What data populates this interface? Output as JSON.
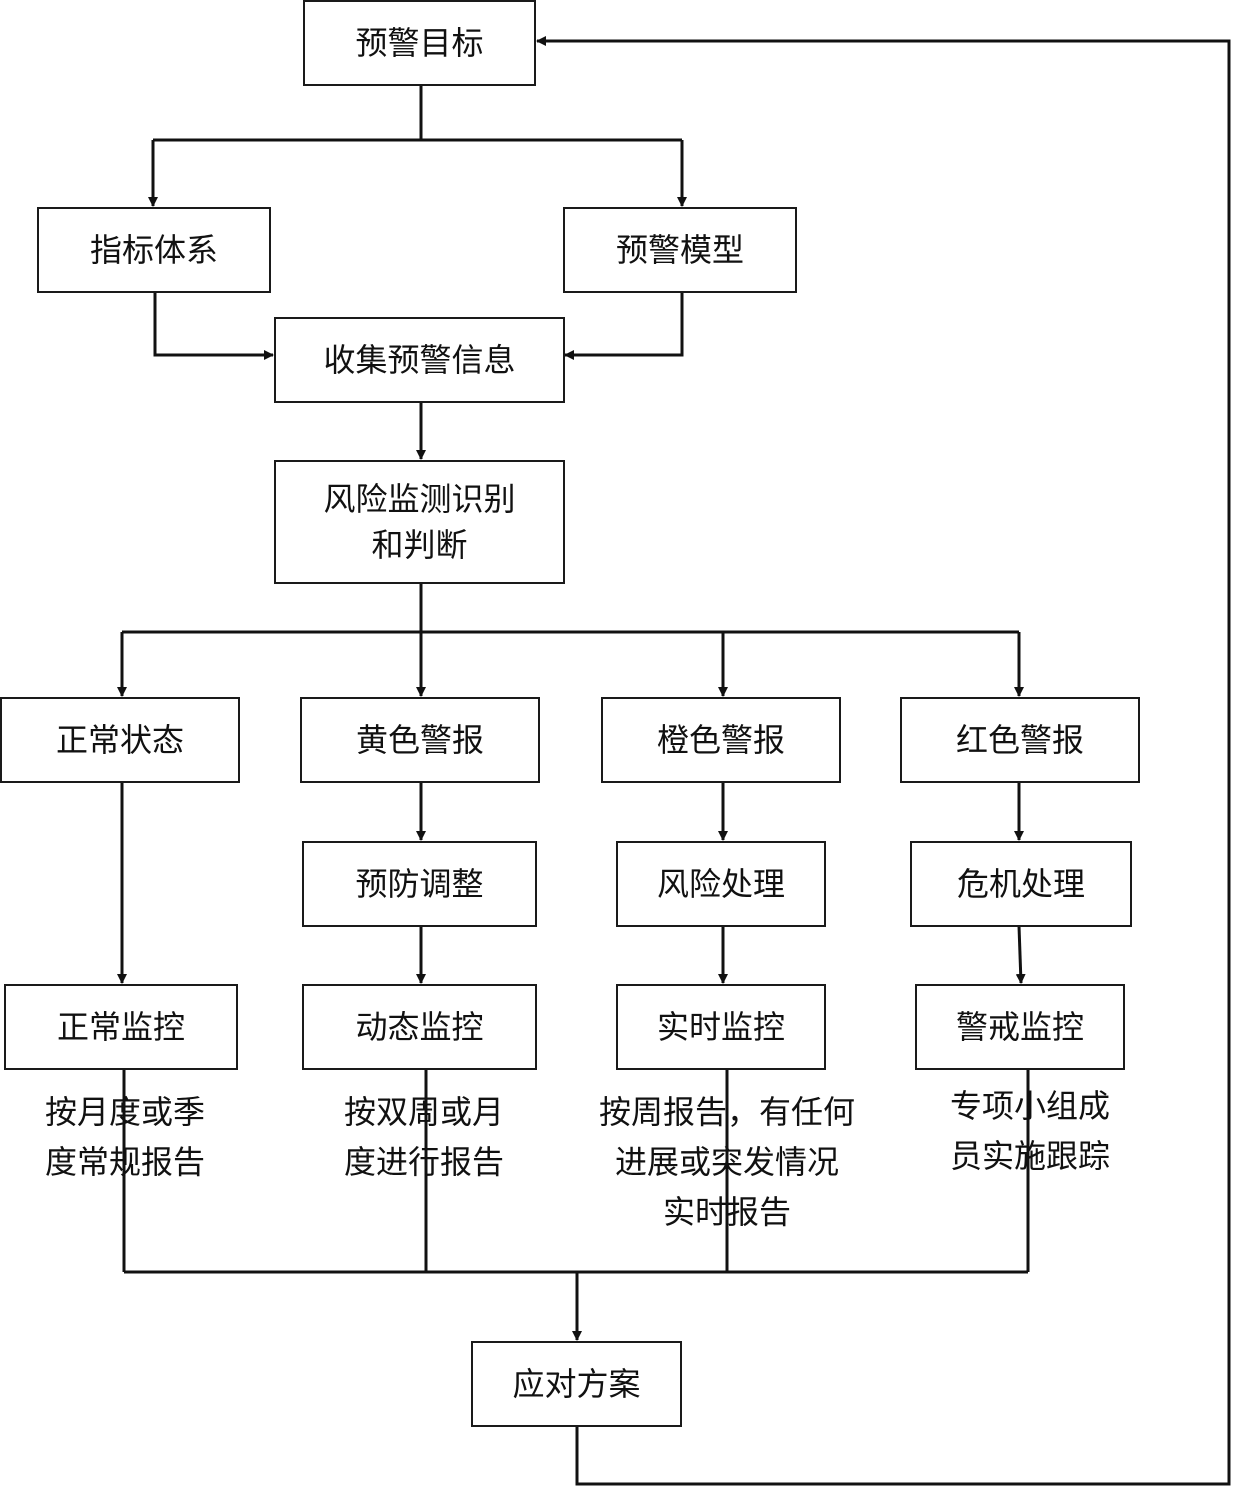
{
  "nodes": {
    "goal": "预警目标",
    "indicators": "指标体系",
    "model": "预警模型",
    "collect": "收集预警信息",
    "identify_l1": "风险监测识别",
    "identify_l2": "和判断",
    "normal": "正常状态",
    "yellow": "黄色警报",
    "orange": "橙色警报",
    "red": "红色警报",
    "prevent": "预防调整",
    "risk_handle": "风险处理",
    "crisis_handle": "危机处理",
    "normal_monitor": "正常监控",
    "dynamic_monitor": "动态监控",
    "realtime_monitor": "实时监控",
    "alert_monitor": "警戒监控",
    "plan": "应对方案"
  },
  "notes": {
    "normal_l1": "按月度或季",
    "normal_l2": "度常规报告",
    "dynamic_l1": "按双周或月",
    "dynamic_l2": "度进行报告",
    "realtime_l1": "按周报告，有任何",
    "realtime_l2": "进展或突发情况",
    "realtime_l3": "实时报告",
    "alert_l1": "专项小组成",
    "alert_l2": "员实施跟踪"
  }
}
